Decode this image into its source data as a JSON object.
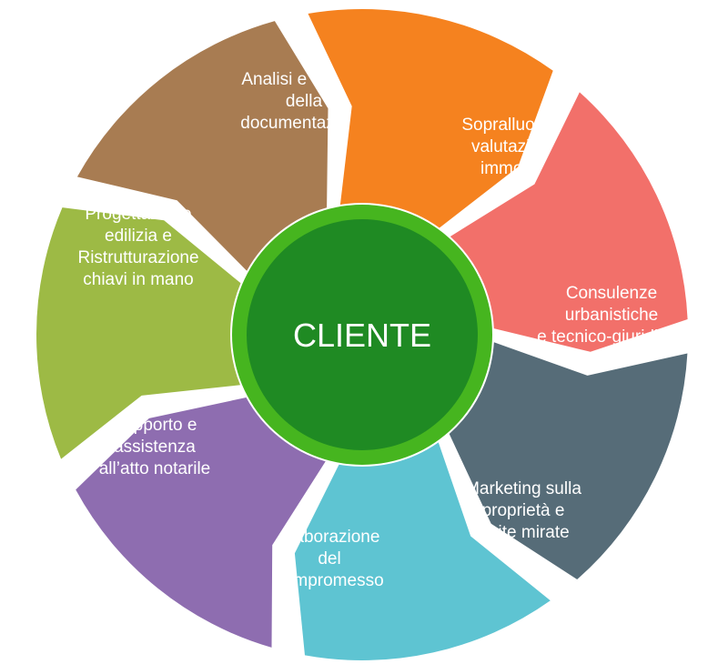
{
  "center": {
    "label": "CLIENTE",
    "fill_color": "#1f8a23",
    "ring_color": "#46b51f"
  },
  "steps": [
    {
      "lines": [
        "Analisi e verifica",
        "della",
        "documentazione"
      ],
      "color": "#a87c52"
    },
    {
      "lines": [
        "Sopralluogo e",
        "valutazione",
        "immobile"
      ],
      "color": "#f5821f"
    },
    {
      "lines": [
        "Consulenze",
        "urbanistiche",
        "e tecnico-giuridiche"
      ],
      "color": "#f2706a"
    },
    {
      "lines": [
        "Marketing sulla",
        "proprietà e",
        "visite mirate"
      ],
      "color": "#566c78"
    },
    {
      "lines": [
        "Elaborazione",
        "del",
        "compromesso"
      ],
      "color": "#5ec4d2"
    },
    {
      "lines": [
        "Supporto e",
        "assistenza",
        "all’atto notarile"
      ],
      "color": "#8e6db0"
    },
    {
      "lines": [
        "Progettazione",
        "edilizia e",
        "Ristrutturazione",
        "chiavi in mano"
      ],
      "color": "#9dba45"
    }
  ]
}
